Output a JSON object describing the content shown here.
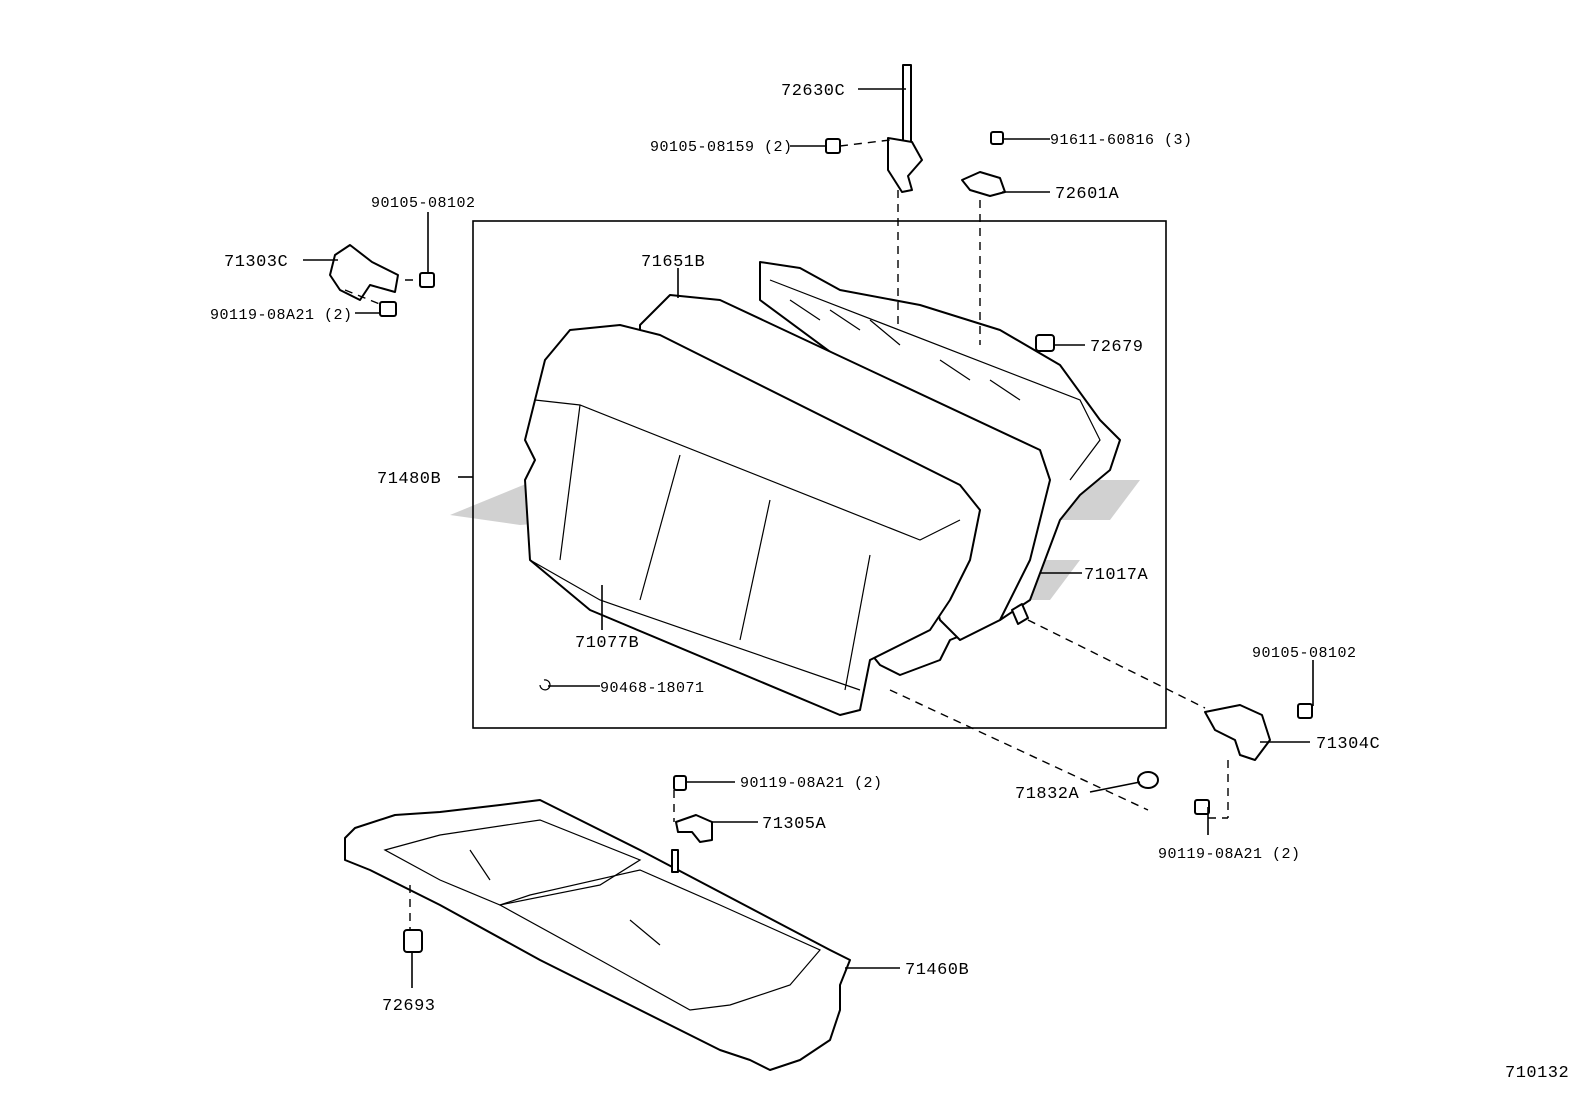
{
  "diagram_id": "710132",
  "callouts": {
    "seat_back_hinge_rod": "72630C",
    "bolt_top_left": "90105-08159 (2)",
    "bolt_top_right": "91611-60816 (3)",
    "bracket_top_right": "72601A",
    "bracket_left": "71303C",
    "bolt_left_top": "90105-08102",
    "bolt_left_bottom": "90119-08A21 (2)",
    "seat_back_cover": "71651B",
    "clip_72679": "72679",
    "seat_back_assy": "71480B",
    "seat_back_frame": "71017A",
    "seat_back_cushion": "71077B",
    "hog_ring": "90468-18071",
    "bolt_right_top": "90105-08102",
    "bracket_right": "71304C",
    "bolt_right_bottom": "90119-08A21 (2)",
    "stopper": "71832A",
    "bolt_center": "90119-08A21 (2)",
    "bracket_center": "71305A",
    "seat_cushion": "71460B",
    "hook_72693": "72693"
  }
}
